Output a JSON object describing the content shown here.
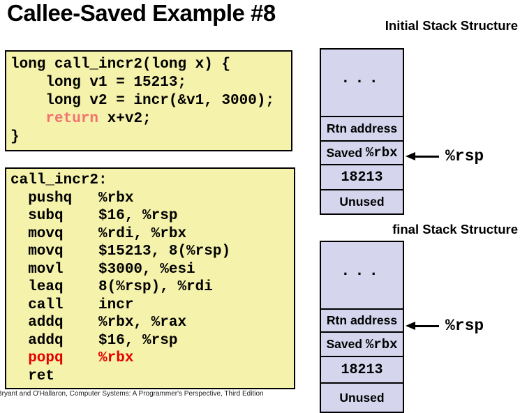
{
  "slide": {
    "title": "Callee-Saved Example #8",
    "footer": "Bryant and O'Hallaron, Computer Systems: A Programmer's Perspective, Third Edition"
  },
  "colors": {
    "code_bg": "#f5f2ab",
    "stack_bg": "#d5d5ee",
    "keyword_red": "#f4716f",
    "highlight_red": "#e60000"
  },
  "c_code": {
    "lines": [
      [
        {
          "t": "long call_incr2(long x) {"
        }
      ],
      [
        {
          "t": "    long v1 = 15213;"
        }
      ],
      [
        {
          "t": "    long v2 = incr(&v1, 3000);"
        }
      ],
      [
        {
          "t": "    "
        },
        {
          "t": "return",
          "color": "keyword_red"
        },
        {
          "t": " x+v2;"
        }
      ],
      [
        {
          "t": "}"
        }
      ]
    ]
  },
  "asm_code": {
    "lines": [
      [
        {
          "t": "call_incr2:"
        }
      ],
      [
        {
          "t": "  pushq   %rbx"
        }
      ],
      [
        {
          "t": "  subq    $16, %rsp"
        }
      ],
      [
        {
          "t": "  movq    %rdi, %rbx"
        }
      ],
      [
        {
          "t": "  movq    $15213, 8(%rsp)"
        }
      ],
      [
        {
          "t": "  movl    $3000, %esi"
        }
      ],
      [
        {
          "t": "  leaq    8(%rsp), %rdi"
        }
      ],
      [
        {
          "t": "  call    incr"
        }
      ],
      [
        {
          "t": "  addq    %rbx, %rax"
        }
      ],
      [
        {
          "t": "  addq    $16, %rsp"
        }
      ],
      [
        {
          "t": "  popq    %rbx",
          "color": "highlight_red"
        }
      ],
      [
        {
          "t": "  ret"
        }
      ]
    ]
  },
  "initial_stack": {
    "heading": "Initial Stack Structure",
    "pointer_register": "%rsp",
    "cells": [
      {
        "text": "..."
      },
      {
        "text": "Rtn address"
      },
      {
        "sans": "Saved ",
        "mono": "%rbx"
      },
      {
        "text": "18213"
      },
      {
        "text": "Unused"
      }
    ]
  },
  "final_stack": {
    "heading": "final Stack Structure",
    "pointer_register": "%rsp",
    "cells": [
      {
        "text": "..."
      },
      {
        "text": "Rtn address"
      },
      {
        "sans": "Saved ",
        "mono": "%rbx"
      },
      {
        "text": "18213"
      },
      {
        "text": "Unused"
      }
    ]
  }
}
